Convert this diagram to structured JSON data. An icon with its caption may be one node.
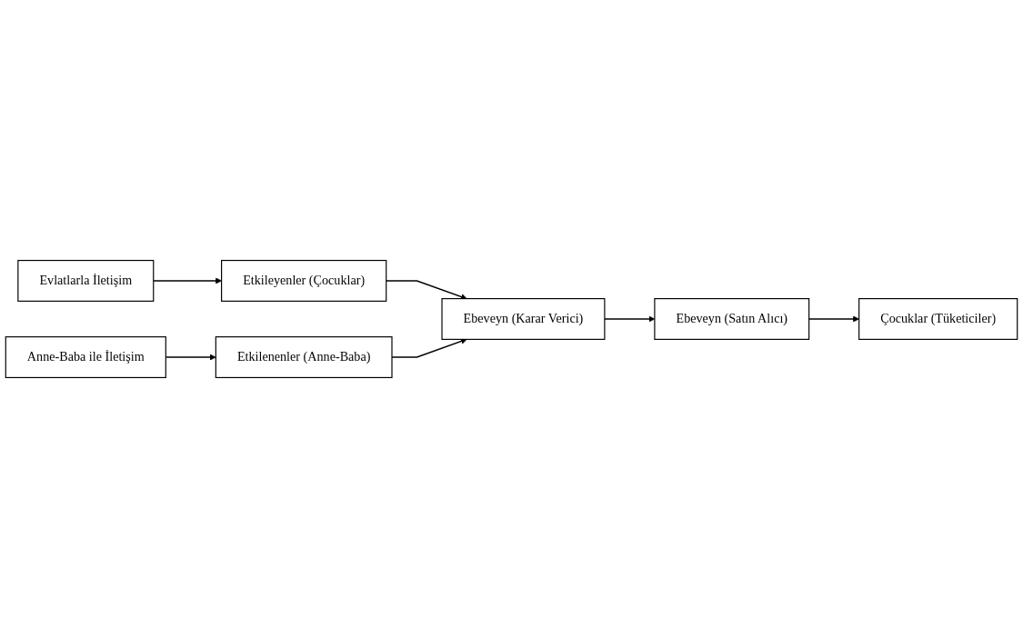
{
  "diagram": {
    "nodes": [
      {
        "text": [
          "Etkileyenler (Çocuklar)"
        ]
      },
      {
        "text": [
          "Evlatlarla İletişim"
        ]
      },
      {
        "text": [
          "Ebeveyn (Karar Verici)"
        ]
      },
      {
        "text": [
          "Ebeveyn (Satın Alıcı)"
        ]
      },
      {
        "text": [
          "Çocuklar (Tüketiciler)"
        ]
      },
      {
        "text": [
          "Anne-Baba ile İletişim"
        ]
      },
      {
        "text": [
          "Etkilenenler (Anne-Baba)"
        ]
      }
    ],
    "edges": [
      {
        "from": 1,
        "to": 0,
        "arrow": "to"
      },
      {
        "from": 0,
        "to": 2,
        "arrow": "to"
      },
      {
        "from": 6,
        "to": 2,
        "arrow": "to"
      },
      {
        "from": 2,
        "to": 3,
        "arrow": "to"
      },
      {
        "from": 3,
        "to": 4,
        "arrow": "to"
      },
      {
        "from": 5,
        "to": 6,
        "arrow": "to"
      }
    ]
  }
}
